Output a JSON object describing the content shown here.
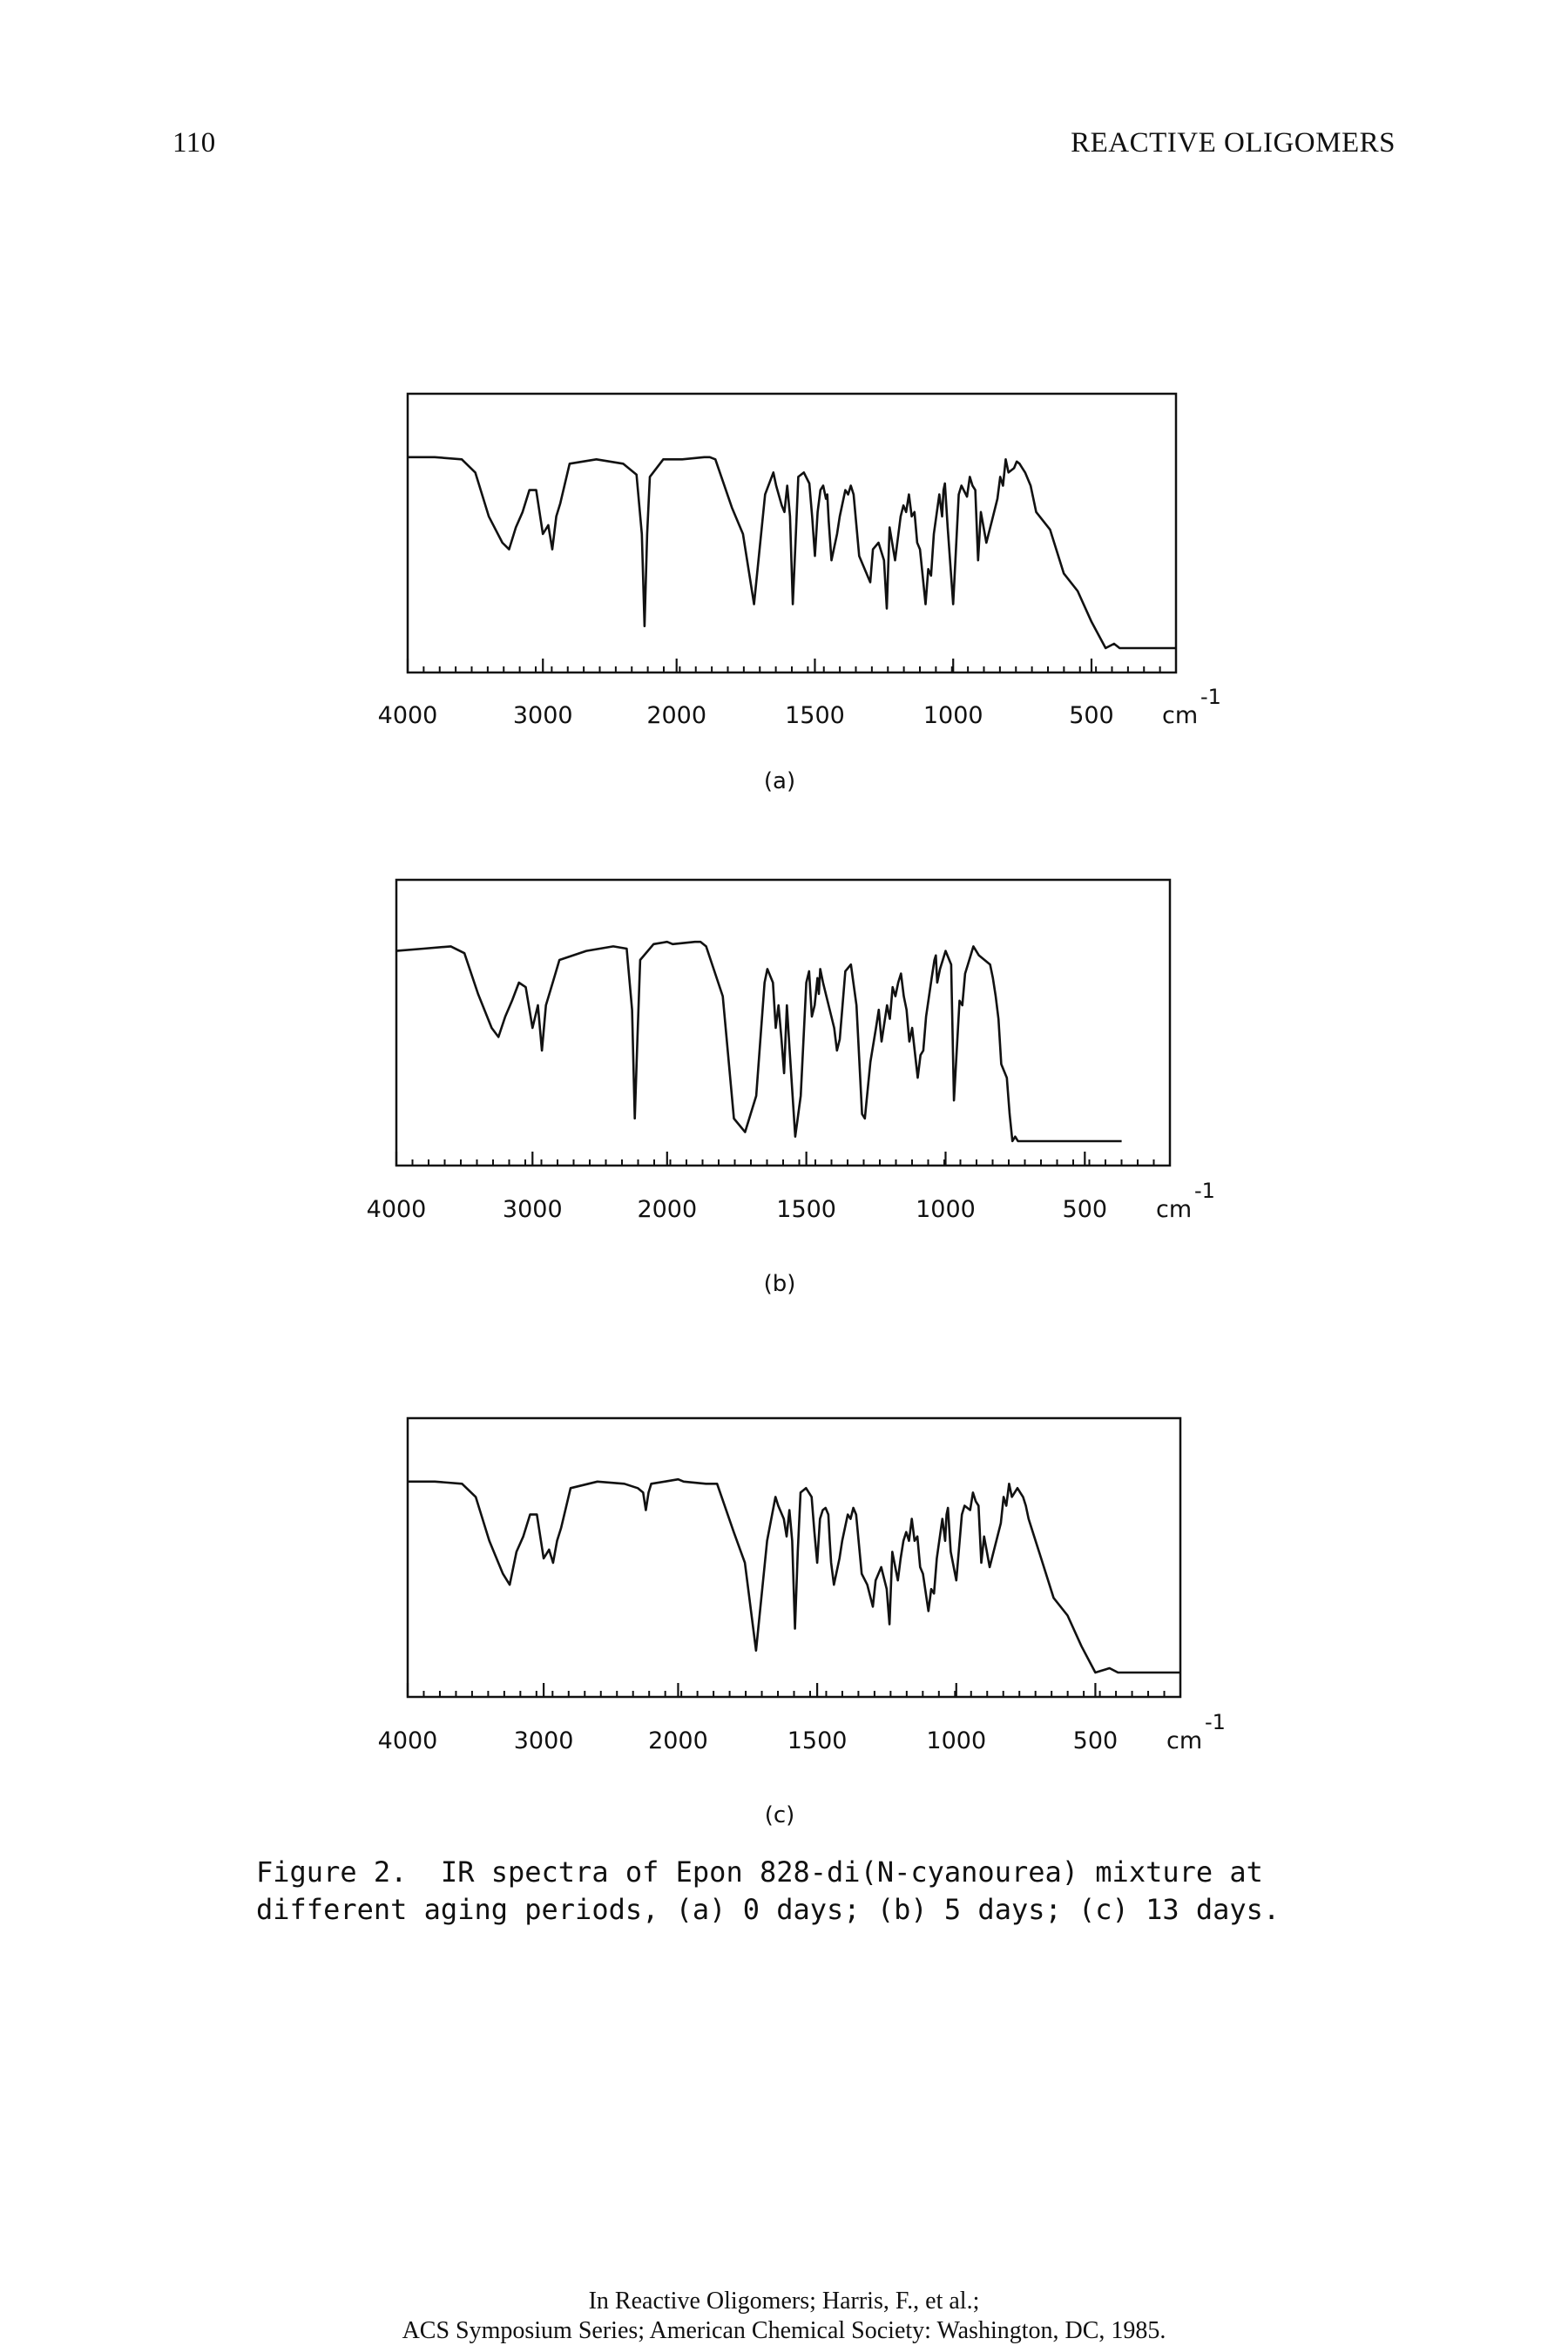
{
  "header": {
    "page_number": "110",
    "book_title": "REACTIVE OLIGOMERS"
  },
  "panels": [
    {
      "label": "(a)",
      "unit": "cm",
      "unit_exponent": "-1",
      "tick_labels": [
        "4000",
        "3000",
        "2000",
        "1500",
        "1000",
        "500"
      ]
    },
    {
      "label": "(b)",
      "unit": "cm",
      "unit_exponent": "-1",
      "tick_labels": [
        "4000",
        "3000",
        "2000",
        "1500",
        "1000",
        "500"
      ]
    },
    {
      "label": "(c)",
      "unit": "cm",
      "unit_exponent": "-1",
      "tick_labels": [
        "4000",
        "3000",
        "2000",
        "1500",
        "1000",
        "500"
      ]
    }
  ],
  "caption": "Figure 2.  IR spectra of Epon 828-di(N-cyanourea) mixture at\ndifferent aging periods, (a) 0 days; (b) 5 days; (c) 13 days.",
  "citation": {
    "line1": "In Reactive Oligomers; Harris, F., et al.;",
    "line2": "ACS Symposium Series; American Chemical Society: Washington, DC, 1985."
  },
  "chart_data": [
    {
      "type": "line",
      "title": "",
      "xlabel": "cm-1",
      "ylabel": "",
      "x_scale": "piecewise (4000-2000 compressed, 2000-200 expanded)",
      "xlim": [
        4000,
        200
      ],
      "ylim": [
        0,
        100
      ],
      "grid": false,
      "x_ticks": [
        4000,
        3000,
        2000,
        1500,
        1000,
        500
      ],
      "x": [
        4000,
        3800,
        3600,
        3500,
        3400,
        3300,
        3250,
        3200,
        3150,
        3100,
        3050,
        3000,
        2960,
        2930,
        2900,
        2870,
        2800,
        2600,
        2400,
        2300,
        2260,
        2240,
        2220,
        2200,
        2100,
        2000,
        1980,
        1900,
        1880,
        1860,
        1800,
        1760,
        1720,
        1680,
        1650,
        1640,
        1620,
        1610,
        1600,
        1590,
        1580,
        1570,
        1560,
        1540,
        1520,
        1510,
        1500,
        1490,
        1480,
        1470,
        1460,
        1455,
        1450,
        1440,
        1420,
        1410,
        1400,
        1390,
        1380,
        1370,
        1360,
        1340,
        1320,
        1300,
        1290,
        1270,
        1250,
        1240,
        1230,
        1210,
        1200,
        1190,
        1180,
        1170,
        1160,
        1150,
        1140,
        1130,
        1120,
        1100,
        1090,
        1080,
        1070,
        1050,
        1040,
        1035,
        1030,
        1020,
        1000,
        980,
        970,
        950,
        940,
        930,
        920,
        910,
        900,
        880,
        860,
        840,
        830,
        820,
        810,
        800,
        780,
        770,
        760,
        750,
        740,
        720,
        700,
        650,
        600,
        550,
        500,
        450,
        420,
        400,
        370,
        350,
        300,
        250,
        200
      ],
      "series": [
        {
          "values": [
            87,
            87,
            86,
            80,
            60,
            48,
            45,
            55,
            62,
            72,
            72,
            52,
            56,
            45,
            60,
            66,
            84,
            86,
            84,
            79,
            52,
            10,
            52,
            78,
            86,
            86,
            86,
            87,
            87,
            86,
            64,
            52,
            20,
            70,
            80,
            74,
            65,
            62,
            74,
            60,
            20,
            48,
            78,
            80,
            75,
            60,
            42,
            62,
            72,
            74,
            68,
            70,
            58,
            40,
            52,
            60,
            66,
            72,
            70,
            74,
            70,
            42,
            36,
            30,
            45,
            48,
            40,
            18,
            55,
            40,
            50,
            60,
            65,
            62,
            70,
            60,
            62,
            48,
            45,
            20,
            36,
            33,
            52,
            70,
            60,
            72,
            75,
            55,
            20,
            70,
            74,
            69,
            78,
            74,
            72,
            40,
            62,
            48,
            58,
            68,
            78,
            74,
            86,
            80,
            82,
            85,
            84,
            82,
            80,
            74,
            62,
            54,
            34,
            26,
            12,
            0,
            2,
            0,
            0,
            0,
            0,
            0,
            0
          ]
        },
        {
          "values": [
            84,
            85,
            86,
            83,
            65,
            50,
            46,
            55,
            62,
            70,
            68,
            50,
            60,
            40,
            60,
            66,
            80,
            84,
            86,
            85,
            58,
            10,
            46,
            80,
            87,
            88,
            87,
            88,
            88,
            86,
            64,
            10,
            4,
            20,
            70,
            76,
            70,
            50,
            60,
            46,
            30,
            60,
            40,
            2,
            20,
            45,
            70,
            75,
            55,
            60,
            72,
            65,
            76,
            70,
            60,
            55,
            50,
            40,
            45,
            60,
            75,
            78,
            60,
            12,
            10,
            35,
            50,
            58,
            44,
            60,
            54,
            68,
            64,
            70,
            74,
            64,
            58,
            44,
            50,
            28,
            38,
            40,
            55,
            72,
            80,
            82,
            70,
            76,
            84,
            78,
            18,
            62,
            60,
            74,
            78,
            82,
            86,
            82,
            80,
            78,
            72,
            64,
            54,
            34,
            28,
            12,
            0,
            2,
            0,
            0,
            0,
            0,
            0,
            0,
            0,
            0,
            0,
            0,
            0
          ]
        },
        {
          "values": [
            87,
            87,
            86,
            80,
            60,
            45,
            40,
            55,
            62,
            72,
            72,
            52,
            56,
            50,
            60,
            66,
            84,
            87,
            86,
            84,
            82,
            74,
            82,
            86,
            87,
            88,
            87,
            86,
            86,
            86,
            64,
            50,
            10,
            60,
            80,
            76,
            70,
            62,
            74,
            60,
            20,
            55,
            82,
            84,
            80,
            64,
            50,
            70,
            74,
            75,
            72,
            60,
            50,
            40,
            52,
            60,
            66,
            72,
            70,
            75,
            72,
            45,
            40,
            30,
            42,
            48,
            38,
            22,
            55,
            42,
            52,
            60,
            64,
            60,
            70,
            60,
            62,
            48,
            45,
            28,
            38,
            36,
            52,
            70,
            60,
            72,
            75,
            55,
            42,
            72,
            76,
            74,
            82,
            78,
            76,
            50,
            62,
            48,
            58,
            68,
            80,
            76,
            86,
            80,
            84,
            82,
            80,
            76,
            70,
            62,
            54,
            34,
            26,
            12,
            0,
            2,
            0,
            0,
            0,
            0,
            0,
            0,
            0
          ]
        }
      ],
      "legend": "none"
    }
  ]
}
